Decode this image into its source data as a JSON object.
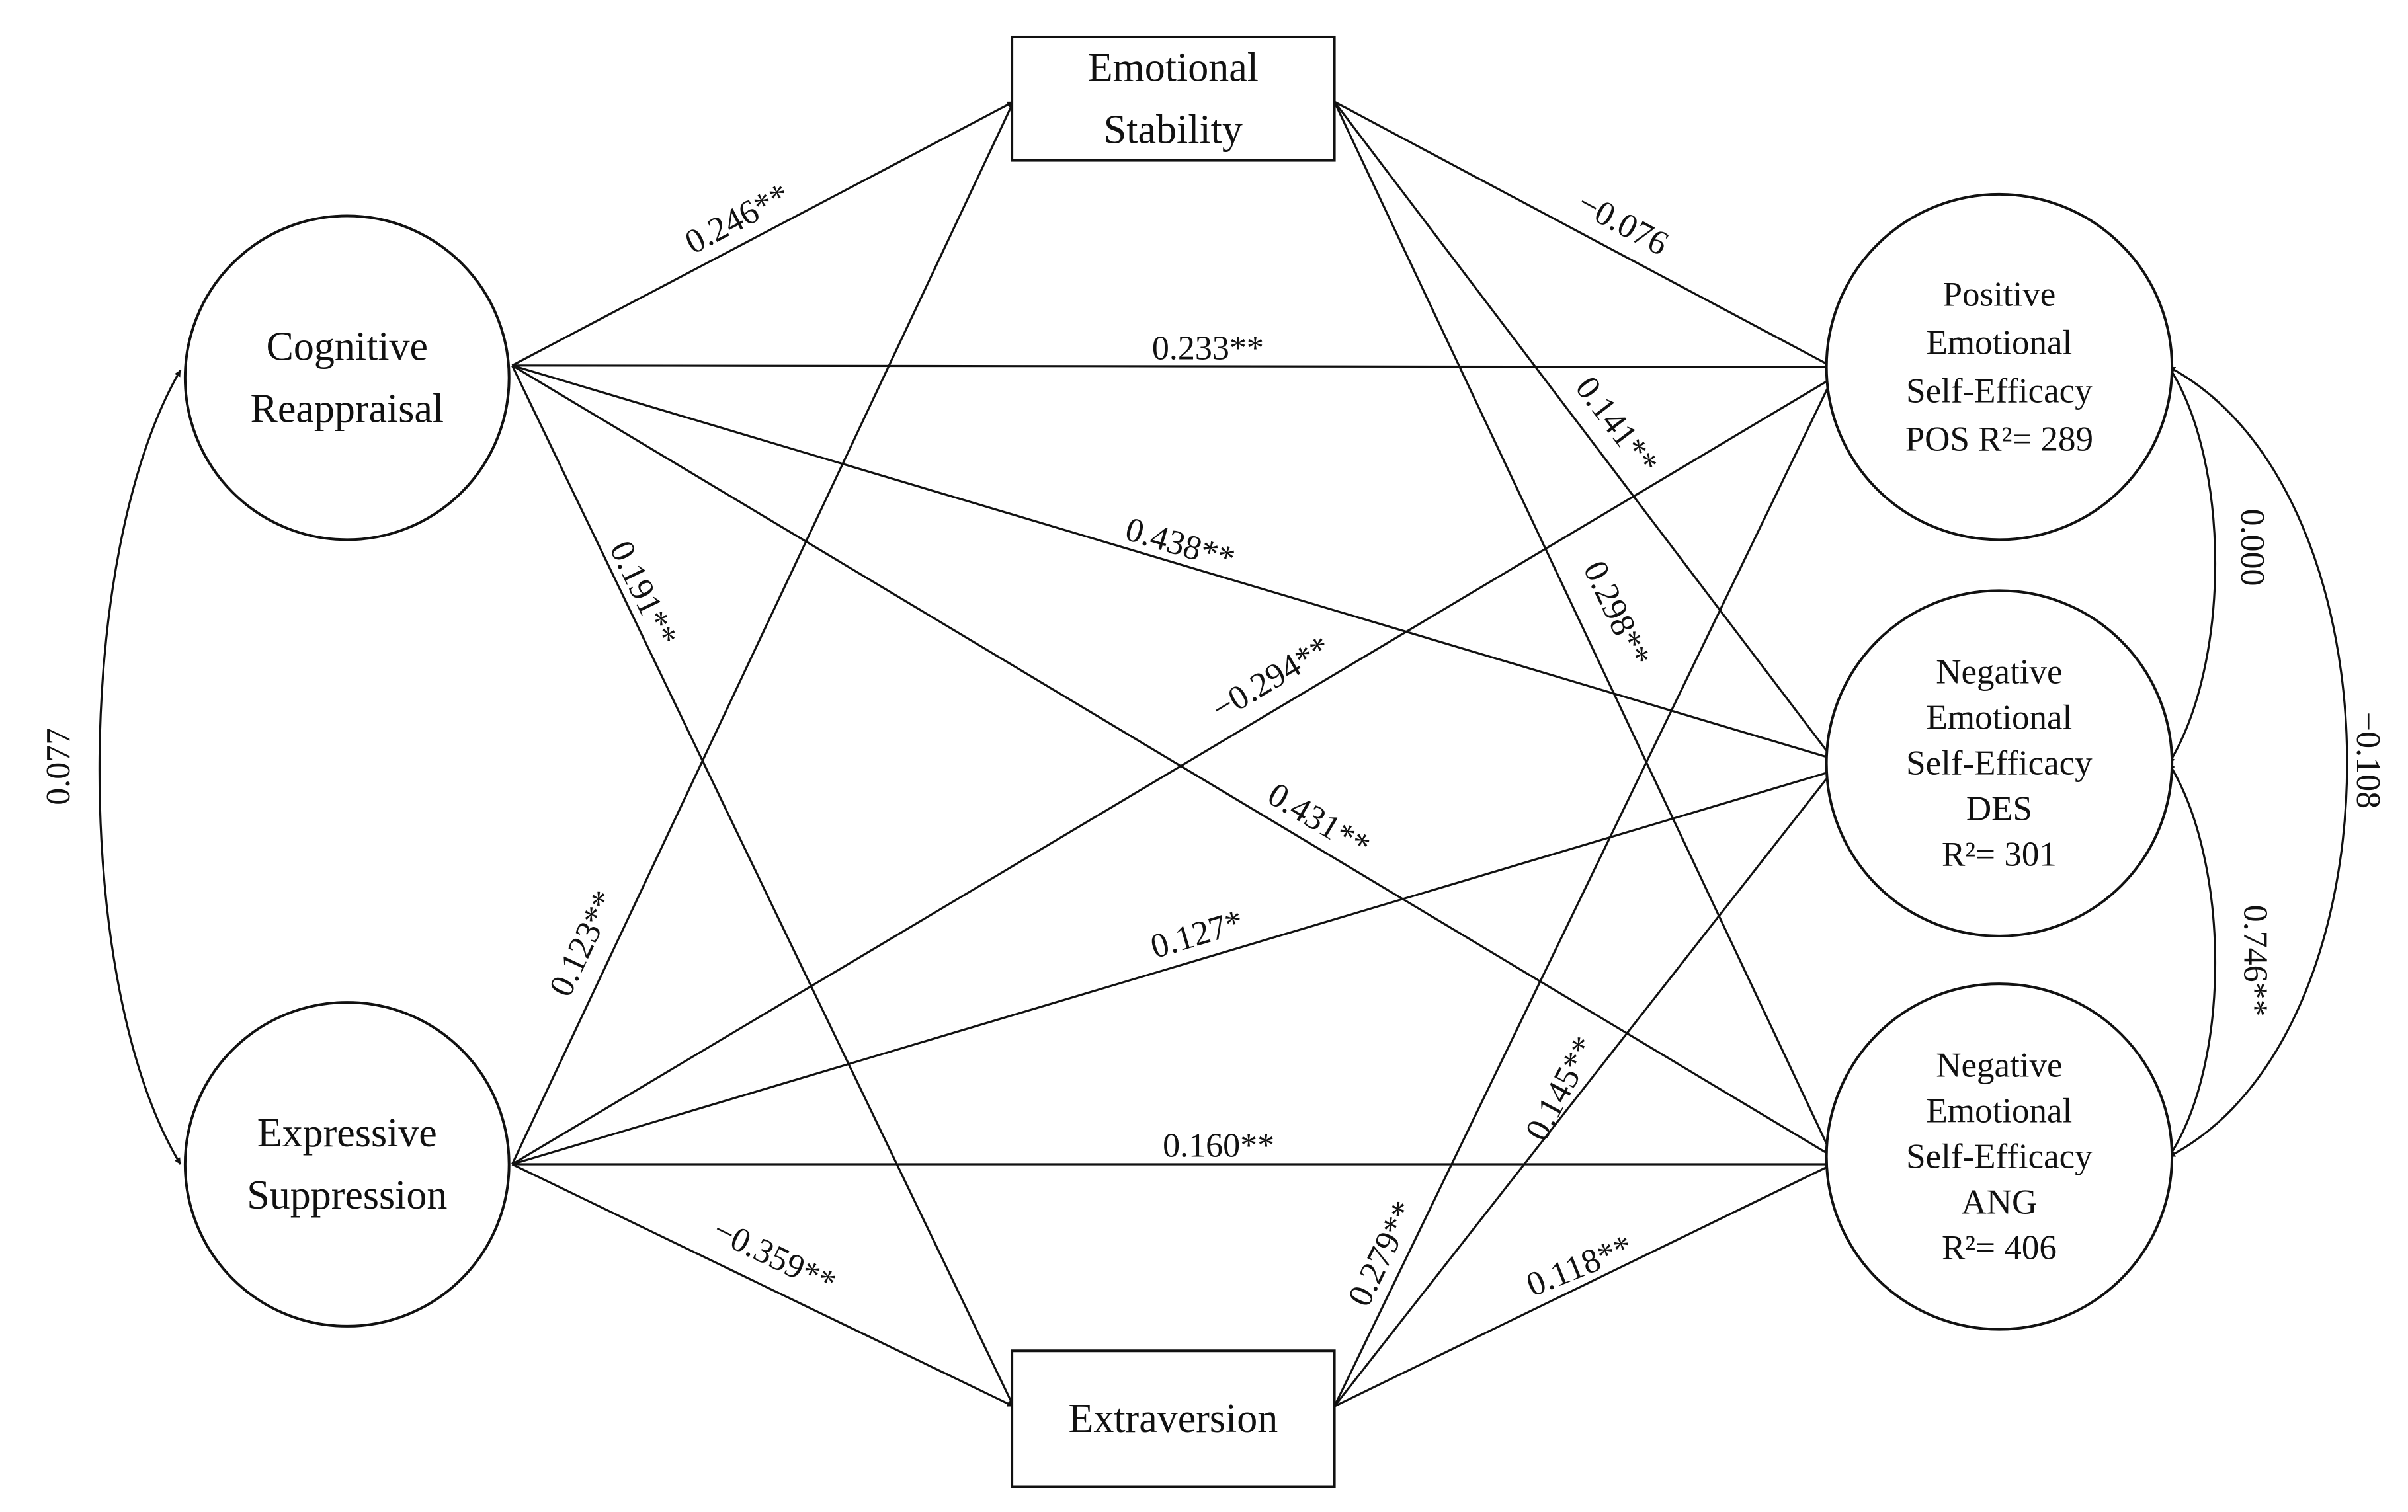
{
  "nodes": {
    "cognitive_reappraisal": {
      "lines": [
        "Cognitive",
        "Reappraisal"
      ]
    },
    "expressive_suppression": {
      "lines": [
        "Expressive",
        "Suppression"
      ]
    },
    "emotional_stability": {
      "lines": [
        "Emotional",
        "Stability"
      ]
    },
    "extraversion": {
      "lines": [
        "Extraversion"
      ]
    },
    "pos": {
      "lines": [
        "Positive",
        "Emotional",
        "Self-Efficacy",
        "POS R²= 289"
      ]
    },
    "des": {
      "lines": [
        "Negative",
        "Emotional",
        "Self-Efficacy",
        "DES",
        "R²= 301"
      ]
    },
    "ang": {
      "lines": [
        "Negative",
        "Emotional",
        "Self-Efficacy",
        "ANG",
        "R²= 406"
      ]
    }
  },
  "paths": [
    {
      "from": "cognitive_reappraisal",
      "to": "emotional_stability",
      "coef": "0.246**"
    },
    {
      "from": "cognitive_reappraisal",
      "to": "pos",
      "coef": "0.233**"
    },
    {
      "from": "cognitive_reappraisal",
      "to": "des",
      "coef": "0.438**"
    },
    {
      "from": "cognitive_reappraisal",
      "to": "ang",
      "coef": "0.431**"
    },
    {
      "from": "cognitive_reappraisal",
      "to": "extraversion",
      "coef": "0.191**"
    },
    {
      "from": "expressive_suppression",
      "to": "emotional_stability",
      "coef": "0.123**"
    },
    {
      "from": "expressive_suppression",
      "to": "pos",
      "coef": "−0.294**"
    },
    {
      "from": "expressive_suppression",
      "to": "des",
      "coef": "0.127*"
    },
    {
      "from": "expressive_suppression",
      "to": "ang",
      "coef": "0.160**"
    },
    {
      "from": "expressive_suppression",
      "to": "extraversion",
      "coef": "−0.359**"
    },
    {
      "from": "emotional_stability",
      "to": "pos",
      "coef": "−0.076"
    },
    {
      "from": "emotional_stability",
      "to": "des",
      "coef": "0.141**"
    },
    {
      "from": "emotional_stability",
      "to": "ang",
      "coef": "0.298**"
    },
    {
      "from": "extraversion",
      "to": "pos",
      "coef": "0.279**"
    },
    {
      "from": "extraversion",
      "to": "des",
      "coef": "0.145**"
    },
    {
      "from": "extraversion",
      "to": "ang",
      "coef": "0.118**"
    }
  ],
  "correlations": [
    {
      "a": "cognitive_reappraisal",
      "b": "expressive_suppression",
      "coef": "0.077"
    },
    {
      "a": "pos",
      "b": "des",
      "coef": "0.000"
    },
    {
      "a": "des",
      "b": "ang",
      "coef": "0.746**"
    },
    {
      "a": "pos",
      "b": "ang",
      "coef": "−0.108"
    }
  ]
}
